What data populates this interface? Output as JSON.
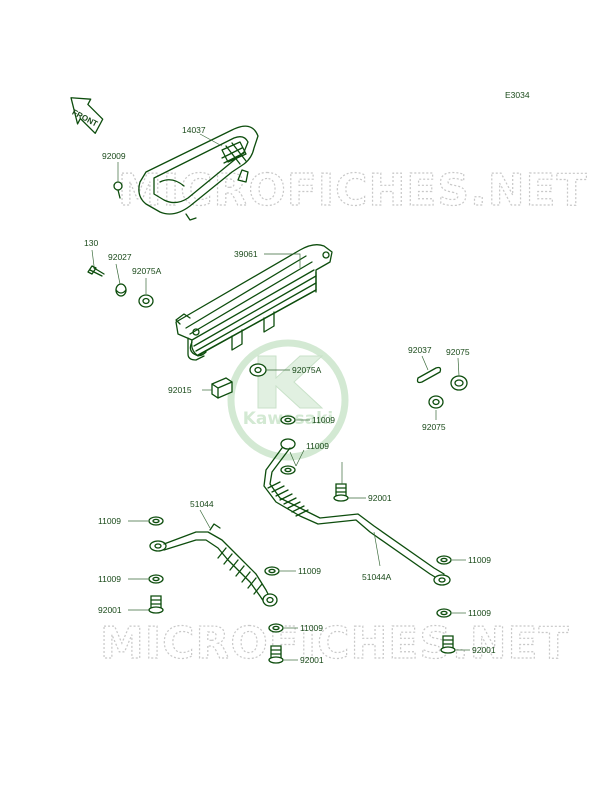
{
  "diagram": {
    "code": "E3034",
    "front_label": "FRONT",
    "watermark_text": "MICROFICHES.NET",
    "brand_text": "Kawasaki",
    "colors": {
      "line": "#0d4d0d",
      "label": "#1a4a1a",
      "watermark": "#c8c8c8",
      "brand": "#d7ecd7"
    },
    "labels": {
      "l14037": "14037",
      "l92009": "92009",
      "l130": "130",
      "l92027": "92027",
      "l92075A_a": "92075A",
      "l39061": "39061",
      "l92075A_b": "92075A",
      "l92015": "92015",
      "l11009_a": "11009",
      "l11009_b": "11009",
      "l92001_a": "92001",
      "l92037": "92037",
      "l92075_a": "92075",
      "l92075_b": "92075",
      "l51044": "51044",
      "l11009_c": "11009",
      "l11009_d": "11009",
      "l11009_e": "11009",
      "l92001_b": "92001",
      "l11009_f": "11009",
      "l51044A": "51044A",
      "l11009_g": "11009",
      "l11009_h": "11009",
      "l92001_c": "92001",
      "l92001_d": "92001"
    }
  }
}
